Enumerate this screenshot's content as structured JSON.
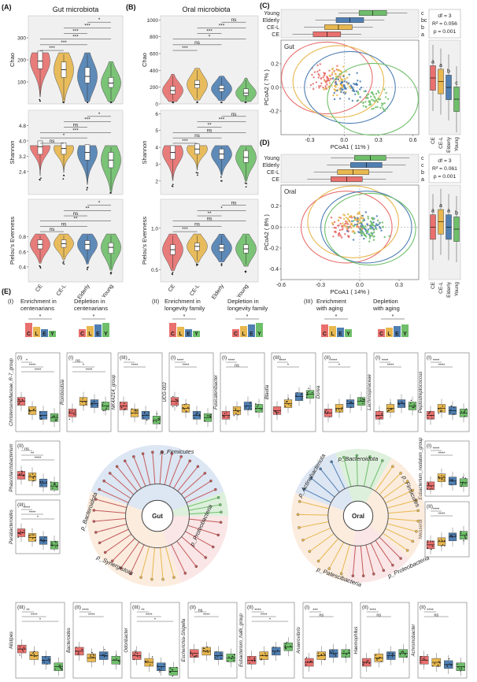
{
  "colors": {
    "CE": "#e8706e",
    "CE-L": "#e8b74e",
    "Elderly": "#4f7fb3",
    "Young": "#6fbf6a",
    "grey": "#999999",
    "panel": "#f0f0f0"
  },
  "panel_letters": {
    "a": "(A)",
    "b": "(B)",
    "c": "(C)",
    "d": "(D)",
    "e": "(E)"
  },
  "groups": [
    "CE",
    "CE-L",
    "Elderly",
    "Young"
  ],
  "sig": {
    "s1": "*",
    "s2": "**",
    "s3": "***",
    "s4": "****",
    "ns": "ns"
  },
  "chart_data": [
    {
      "id": "A",
      "type": "violin",
      "title": "Gut microbiota",
      "categories": [
        "CE",
        "CE-L",
        "Elderly",
        "Young"
      ],
      "panels": [
        {
          "ylabel": "Chao",
          "ylim": [
            0,
            400
          ],
          "ticks": [
            "100",
            "200",
            "300"
          ],
          "tick_values": [
            100,
            200,
            300
          ],
          "medians": [
            195,
            155,
            125,
            95
          ],
          "q1": [
            160,
            120,
            95,
            75
          ],
          "q3": [
            240,
            190,
            165,
            120
          ],
          "brackets": [
            [
              "CE",
              "CE-L",
              "***"
            ],
            [
              "CE",
              "Elderly",
              "***"
            ],
            [
              "CE",
              "Young",
              "***"
            ],
            [
              "CE-L",
              "Elderly",
              "***"
            ],
            [
              "CE-L",
              "Young",
              "***"
            ],
            [
              "Elderly",
              "Young",
              "*"
            ]
          ]
        },
        {
          "ylabel": "Shannon",
          "ylim": [
            1.2,
            5.6
          ],
          "ticks": [
            "2.4",
            "3.2",
            "4.0",
            "4.8"
          ],
          "tick_values": [
            2.4,
            3.2,
            4.0,
            4.8
          ],
          "medians": [
            3.7,
            3.6,
            3.4,
            3.0
          ],
          "q1": [
            3.3,
            3.3,
            3.0,
            2.6
          ],
          "q3": [
            4.0,
            3.9,
            3.8,
            3.4
          ],
          "brackets": [
            [
              "CE",
              "CE-L",
              "ns"
            ],
            [
              "CE",
              "Elderly",
              "*"
            ],
            [
              "CE",
              "Young",
              "***"
            ],
            [
              "CE-L",
              "Elderly",
              "ns"
            ],
            [
              "CE-L",
              "Young",
              "***"
            ],
            [
              "Elderly",
              "Young",
              "*"
            ]
          ]
        },
        {
          "ylabel": "Pielou's Evenness",
          "ylim": [
            0.2,
            1.3
          ],
          "ticks": [
            "0.4",
            "0.6",
            "0.8"
          ],
          "tick_values": [
            0.4,
            0.6,
            0.8
          ],
          "medians": [
            0.7,
            0.71,
            0.7,
            0.66
          ],
          "q1": [
            0.64,
            0.66,
            0.63,
            0.58
          ],
          "q3": [
            0.76,
            0.76,
            0.75,
            0.72
          ],
          "brackets": [
            [
              "CE",
              "CE-L",
              "ns"
            ],
            [
              "CE",
              "Elderly",
              "ns"
            ],
            [
              "CE",
              "Young",
              "**"
            ],
            [
              "CE-L",
              "Elderly",
              "ns"
            ],
            [
              "CE-L",
              "Young",
              "**"
            ],
            [
              "Elderly",
              "Young",
              "*"
            ]
          ]
        }
      ]
    },
    {
      "id": "B",
      "type": "violin",
      "title": "Oral microbiota",
      "categories": [
        "CE",
        "CE-L",
        "Elderly",
        "Young"
      ],
      "panels": [
        {
          "ylabel": "Chao",
          "ylim": [
            0,
            1050
          ],
          "ticks": [
            "0",
            "200",
            "400",
            "600",
            "800",
            "1000"
          ],
          "tick_values": [
            0,
            200,
            400,
            600,
            800,
            1000
          ],
          "medians": [
            160,
            230,
            180,
            130
          ],
          "q1": [
            120,
            190,
            150,
            100
          ],
          "q3": [
            210,
            280,
            220,
            180
          ],
          "brackets": [
            [
              "CE",
              "CE-L",
              "***"
            ],
            [
              "CE",
              "Elderly",
              "ns"
            ],
            [
              "CE",
              "Young",
              "*"
            ],
            [
              "CE-L",
              "Elderly",
              "***"
            ],
            [
              "CE-L",
              "Young",
              "***"
            ],
            [
              "Elderly",
              "Young",
              "ns"
            ]
          ]
        },
        {
          "ylabel": "Shannon",
          "ylim": [
            1.2,
            6.2
          ],
          "ticks": [
            "2",
            "3",
            "4",
            "5",
            "6"
          ],
          "tick_values": [
            2,
            3,
            4,
            5,
            6
          ],
          "medians": [
            3.7,
            3.9,
            3.6,
            3.4
          ],
          "q1": [
            3.3,
            3.6,
            3.3,
            3.1
          ],
          "q3": [
            4.1,
            4.2,
            3.9,
            3.8
          ],
          "brackets": [
            [
              "CE",
              "CE-L",
              "***"
            ],
            [
              "CE",
              "Elderly",
              "ns"
            ],
            [
              "CE",
              "Young",
              "ns"
            ],
            [
              "CE-L",
              "Elderly",
              "**"
            ],
            [
              "CE-L",
              "Young",
              "***"
            ],
            [
              "Elderly",
              "Young",
              "ns"
            ]
          ]
        },
        {
          "ylabel": "Pielou's Evenness",
          "ylim": [
            0.35,
            1.35
          ],
          "ticks": [
            "0.5",
            "1.0"
          ],
          "tick_values": [
            0.5,
            1.0
          ],
          "medians": [
            0.74,
            0.78,
            0.76,
            0.75
          ],
          "q1": [
            0.68,
            0.73,
            0.72,
            0.7
          ],
          "q3": [
            0.8,
            0.82,
            0.8,
            0.8
          ],
          "brackets": [
            [
              "CE",
              "CE-L",
              "***"
            ],
            [
              "CE",
              "Elderly",
              "ns"
            ],
            [
              "CE",
              "Young",
              "ns"
            ],
            [
              "CE-L",
              "Elderly",
              "**"
            ],
            [
              "CE-L",
              "Young",
              "*"
            ],
            [
              "Elderly",
              "Young",
              "ns"
            ]
          ]
        }
      ]
    },
    {
      "id": "C",
      "type": "scatter",
      "subtitle": "Gut",
      "xlabel": "PCoA1 ( 11% )",
      "ylabel": "PCoA2 ( 7% )",
      "xlim": [
        -0.55,
        0.65
      ],
      "ylim": [
        -0.4,
        0.4
      ],
      "xticks": [
        "-0.3",
        "0.0",
        "0.3",
        "0.6"
      ],
      "xtick_values": [
        -0.3,
        0,
        0.3,
        0.6
      ],
      "yticks": [
        "0.2",
        "0.0",
        "-0.2"
      ],
      "ytick_values": [
        0.2,
        0,
        -0.2
      ],
      "stats": [
        "df = 3",
        "R² = 0.056",
        "p = 0.001"
      ],
      "top_letters": [
        "c",
        "bc",
        "b",
        "a"
      ],
      "side_letters": [
        "a",
        "a",
        "b",
        "c"
      ],
      "centroids": [
        [
          -0.15,
          0.08
        ],
        [
          -0.05,
          0.05
        ],
        [
          0.05,
          0.0
        ],
        [
          0.25,
          -0.1
        ]
      ]
    },
    {
      "id": "D",
      "type": "scatter",
      "subtitle": "Oral",
      "xlabel": "PCoA1 ( 14% )",
      "ylabel": "PCoA2 ( 8% )",
      "xlim": [
        -0.6,
        0.45
      ],
      "ylim": [
        -0.5,
        0.4
      ],
      "xticks": [
        "-0.6",
        "-0.3",
        "0.0",
        "0.3"
      ],
      "xtick_values": [
        -0.6,
        -0.3,
        0,
        0.3
      ],
      "yticks": [
        "0.2",
        "0.0",
        "-0.2",
        "-0.4"
      ],
      "ytick_values": [
        0.2,
        0,
        -0.2,
        -0.4
      ],
      "stats": [
        "df = 3",
        "R² = 0.061",
        "p = 0.001"
      ],
      "top_letters": [
        "c",
        "c",
        "b",
        "a"
      ],
      "side_letters": [
        "a",
        "a",
        "a",
        "b"
      ],
      "centroids": [
        [
          -0.1,
          0.0
        ],
        [
          -0.05,
          0.05
        ],
        [
          0.05,
          0.0
        ],
        [
          0.08,
          -0.02
        ]
      ]
    },
    {
      "id": "E",
      "type": "composite",
      "headers": [
        {
          "roman": "(I)",
          "lines": [
            "Enrichment in",
            "centenarians"
          ]
        },
        {
          "roman": "",
          "lines": [
            "Depletion in",
            "centenarians"
          ]
        },
        {
          "roman": "(II)",
          "lines": [
            "Enrichment in",
            "longevity family"
          ]
        },
        {
          "roman": "",
          "lines": [
            "Depletion in",
            "longevity family"
          ]
        },
        {
          "roman": "(III)",
          "lines": [
            "Enrichment",
            "with aging"
          ]
        },
        {
          "roman": "",
          "lines": [
            "Depletion",
            "with aging"
          ]
        }
      ],
      "cley": [
        "C",
        "L",
        "E",
        "Y"
      ],
      "top_boxes": [
        {
          "tag": "(I)",
          "taxon": "Christensenellaceae_R-7_group",
          "medians": [
            0.6,
            0.4,
            0.3,
            0.25
          ],
          "sig": [
            "*",
            "****",
            "****"
          ]
        },
        {
          "tag": "(I)",
          "taxon": "Romboutsia",
          "medians": [
            0.35,
            0.6,
            0.55,
            0.5
          ],
          "sig": [
            "ns",
            "*",
            "****"
          ]
        },
        {
          "tag": "(III)",
          "taxon": "NK4A214_group",
          "medians": [
            0.5,
            0.35,
            0.3,
            0.2
          ],
          "sig": [
            "*",
            "****"
          ]
        },
        {
          "tag": "(I)",
          "taxon": "UCG-002",
          "medians": [
            0.6,
            0.45,
            0.3,
            0.25
          ],
          "sig": [
            "****",
            "****"
          ]
        },
        {
          "tag": "(I)",
          "taxon": "Fusicatenibacter",
          "medians": [
            0.3,
            0.4,
            0.5,
            0.45
          ],
          "sig": [
            "****",
            "ns"
          ]
        },
        {
          "tag": "(III)",
          "taxon": "Blautia",
          "medians": [
            0.4,
            0.55,
            0.7,
            0.75
          ],
          "sig": [
            "****",
            "*"
          ]
        },
        {
          "tag": "(II)",
          "taxon": "Dorea",
          "medians": [
            0.35,
            0.45,
            0.55,
            0.6
          ],
          "sig": [
            "****",
            "*"
          ]
        },
        {
          "tag": "(I)",
          "taxon": "Lachnospiraceae",
          "medians": [
            0.3,
            0.45,
            0.55,
            0.5
          ],
          "sig": [
            "****",
            "****"
          ]
        },
        {
          "tag": "(I)",
          "taxon": "Peptostreptococcus",
          "medians": [
            0.3,
            0.45,
            0.4,
            0.35
          ],
          "sig": [
            "****",
            "****"
          ]
        }
      ],
      "left_boxes": [
        {
          "tag": "(II)",
          "taxon": "Phascolarctobacterium",
          "medians": [
            0.55,
            0.5,
            0.3,
            0.2
          ],
          "sig": [
            "ns",
            "**",
            "****"
          ]
        },
        {
          "tag": "(III)",
          "taxon": "Parabacteroides",
          "medians": [
            0.6,
            0.45,
            0.35,
            0.2
          ],
          "sig": [
            "****",
            "****",
            "*"
          ]
        }
      ],
      "right_boxes": [
        {
          "tag": "(I)",
          "taxon": "Eubacterium_nodatum_group",
          "medians": [
            0.25,
            0.5,
            0.4,
            0.35
          ],
          "sig": [
            "****",
            "****"
          ]
        },
        {
          "tag": "(II)",
          "taxon": "Neisseria",
          "medians": [
            0.3,
            0.4,
            0.55,
            0.6
          ],
          "sig": [
            "****",
            "****"
          ]
        }
      ],
      "bottom_boxes": [
        {
          "tag": "(III)",
          "taxon": "Alistipes",
          "medians": [
            0.6,
            0.45,
            0.35,
            0.2
          ],
          "sig": [
            "**",
            "****",
            "*"
          ]
        },
        {
          "tag": "(II)",
          "taxon": "Bacteroides",
          "medians": [
            0.55,
            0.4,
            0.45,
            0.35
          ],
          "sig": [
            "****",
            "****"
          ]
        },
        {
          "tag": "(III)",
          "taxon": "Odoribacter",
          "medians": [
            0.45,
            0.3,
            0.2,
            0.1
          ],
          "sig": [
            "**",
            "****",
            "*"
          ]
        },
        {
          "tag": "(II)",
          "taxon": "Escherichia-Shigella",
          "medians": [
            0.5,
            0.55,
            0.45,
            0.4
          ],
          "sig": [
            "ns",
            "****"
          ]
        },
        {
          "tag": "(II)",
          "taxon": "Eubacterium_hallii_group",
          "medians": [
            0.35,
            0.45,
            0.55,
            0.65
          ],
          "sig": [
            "****",
            "****",
            "*"
          ]
        },
        {
          "tag": "(I)",
          "taxon": "Anaerovibrio",
          "medians": [
            0.3,
            0.45,
            0.5,
            0.5
          ],
          "sig": [
            "***",
            "ns"
          ]
        },
        {
          "tag": "(II)",
          "taxon": "Haemophilus",
          "medians": [
            0.3,
            0.4,
            0.45,
            0.5
          ],
          "sig": [
            "****",
            "ns"
          ]
        },
        {
          "tag": "(II)",
          "taxon": "Achromobacter",
          "medians": [
            0.35,
            0.3,
            0.25,
            0.2
          ],
          "sig": [
            "****",
            "ns"
          ]
        }
      ],
      "tree_labels": {
        "gut": {
          "center": "Gut",
          "phyla": [
            "p_Firmicutes",
            "p_Bacteroidota",
            "p_Synergistota",
            "p_Proteobacteria"
          ]
        },
        "oral": {
          "center": "Oral",
          "phyla": [
            "p_Bacteroidota",
            "p_Actinobacteriota",
            "p_Firmicutes",
            "p_Patescibacteria",
            "p_Proteobacteria"
          ]
        }
      }
    }
  ]
}
